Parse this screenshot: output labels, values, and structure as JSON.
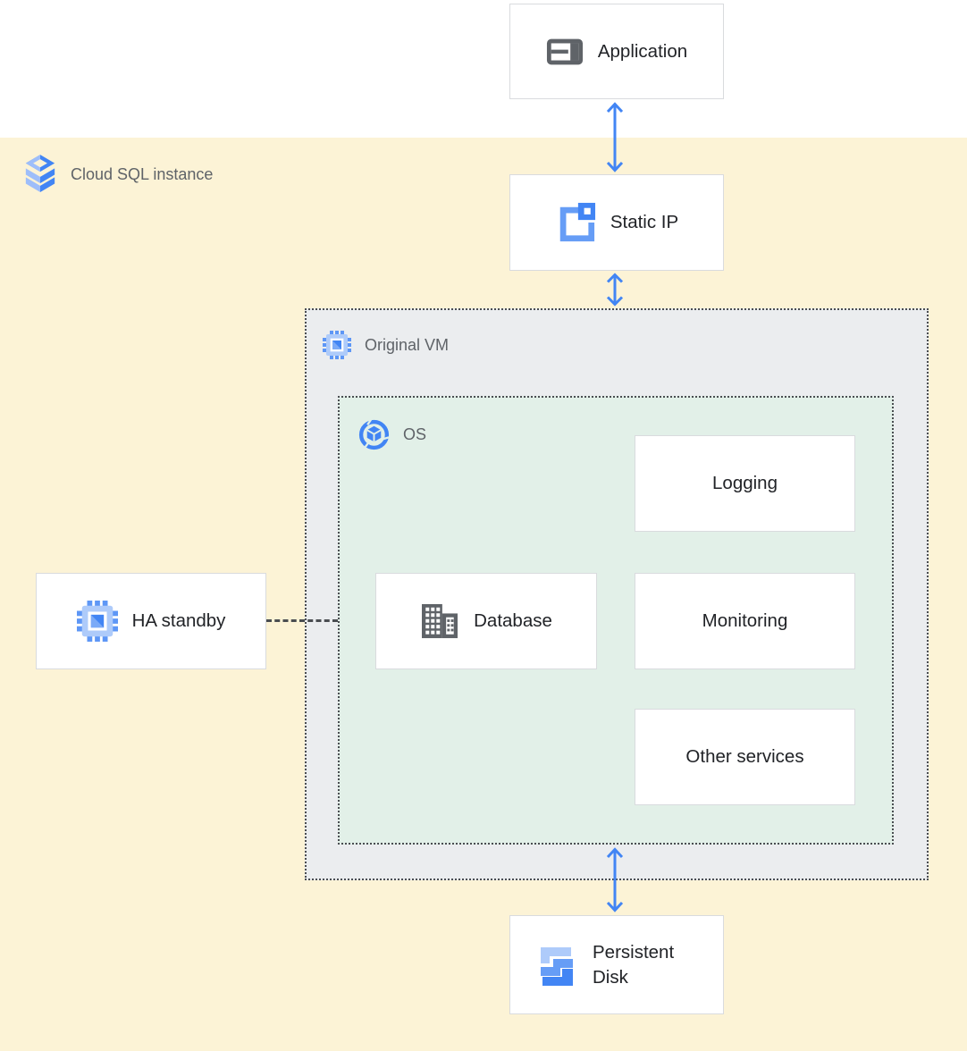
{
  "diagram": {
    "title_label": "Cloud SQL instance",
    "nodes": {
      "application": {
        "label": "Application"
      },
      "static_ip": {
        "label": "Static IP"
      },
      "original_vm": {
        "label": "Original VM"
      },
      "os": {
        "label": "OS"
      },
      "logging": {
        "label": "Logging"
      },
      "database": {
        "label": "Database"
      },
      "monitoring": {
        "label": "Monitoring"
      },
      "other_services": {
        "label": "Other services"
      },
      "ha_standby": {
        "label": "HA standby"
      },
      "persistent_disk": {
        "label": "Persistent Disk"
      }
    },
    "connections": [
      {
        "from": "application",
        "to": "static_ip",
        "type": "double-arrow"
      },
      {
        "from": "static_ip",
        "to": "original_vm",
        "type": "double-arrow"
      },
      {
        "from": "os",
        "to": "persistent_disk",
        "type": "double-arrow"
      },
      {
        "from": "ha_standby",
        "to": "os",
        "type": "dashed-line"
      }
    ],
    "icons": {
      "cloud_sql": "cloud-sql-layers-icon",
      "application": "app-window-icon",
      "static_ip": "external-ip-icon",
      "original_vm": "compute-engine-chip-icon",
      "os": "os-image-circle-icon",
      "database": "database-building-icon",
      "ha_standby": "compute-engine-chip-icon",
      "persistent_disk": "persistent-disk-steps-icon"
    },
    "colors": {
      "background_yellow": "#fcf3d6",
      "vm_container_gray": "#ebedef",
      "os_container_green": "#e2f0e8",
      "node_border": "#d9dbde",
      "dotted_border": "#4a4d51",
      "arrow_blue": "#4285f4",
      "icon_blue_dark": "#4285f4",
      "icon_blue_mid": "#669df6",
      "icon_blue_light": "#aecbfa",
      "icon_gray": "#5f6368",
      "label_gray": "#5f6368",
      "text_dark": "#212327"
    }
  }
}
